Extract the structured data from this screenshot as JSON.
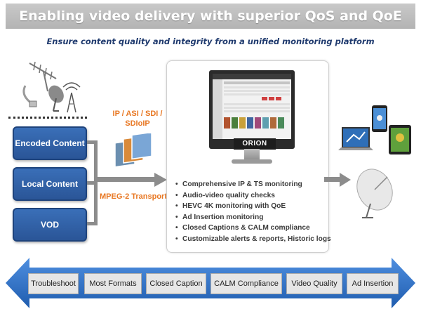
{
  "title": "Enabling  video delivery with superior QoS and QoE",
  "subtitle": "Ensure content quality and integrity from a unified monitoring platform",
  "sources": [
    {
      "label": "Encoded Content"
    },
    {
      "label": "Local Content"
    },
    {
      "label": "VOD"
    }
  ],
  "protocols": {
    "line1": "IP / ASI / SDI /",
    "line2": "SDIoIP"
  },
  "transport": "MPEG-2 Transport",
  "product": "ORION",
  "features": [
    "Comprehensive IP & TS monitoring",
    "Audio-video quality checks",
    "HEVC 4K monitoring with QoE",
    "Ad Insertion monitoring",
    "Closed Captions & CALM compliance",
    "Customizable alerts & reports, Historic logs"
  ],
  "capabilities": [
    "Troubleshoot",
    "Most Formats",
    "Closed Caption",
    "CALM Compliance",
    "Video Quality",
    "Ad Insertion"
  ],
  "colors": {
    "accent_orange": "#e87722",
    "box_blue": "#2f5fa8",
    "arrow_blue": "#2b6cc4"
  }
}
